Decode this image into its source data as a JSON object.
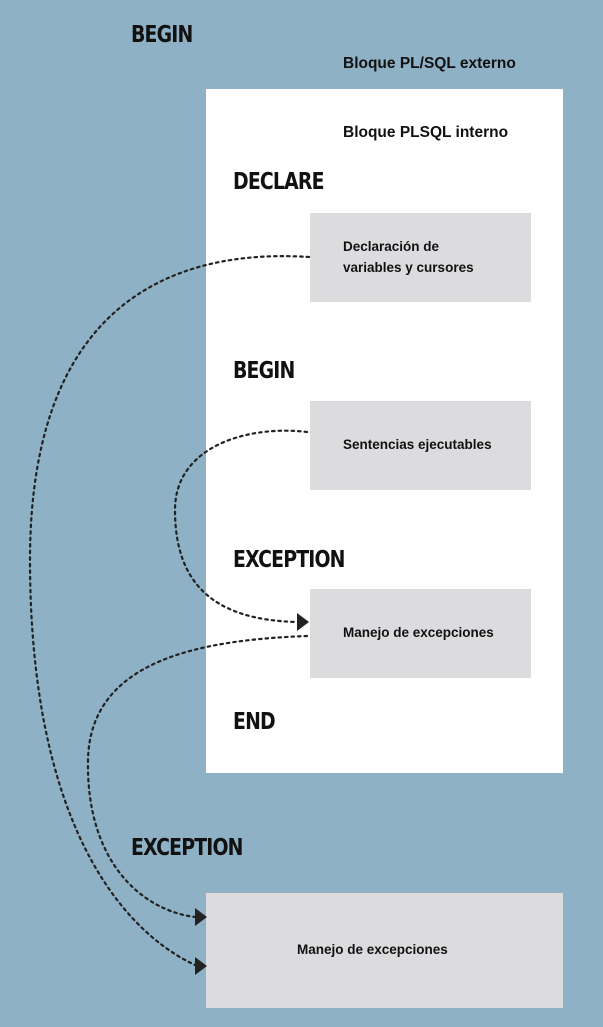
{
  "outer_block": {
    "begin_label": "BEGIN",
    "caption": "Bloque PL/SQL externo",
    "exception_label": "EXCEPTION",
    "handler_box": "Manejo de excepciones"
  },
  "inner_block": {
    "caption": "Bloque PLSQL interno",
    "declare_label": "DECLARE",
    "declare_box_line1": "Declaración de",
    "declare_box_line2": "variables y cursores",
    "begin_label": "BEGIN",
    "statements_box": "Sentencias ejecutables",
    "exception_label": "EXCEPTION",
    "handler_box": "Manejo de excepciones",
    "end_label": "END"
  },
  "colors": {
    "background": "#8fb1c6",
    "inner_block": "#ffffff",
    "boxes": "#dcdcdf",
    "arrows": "#222222"
  }
}
